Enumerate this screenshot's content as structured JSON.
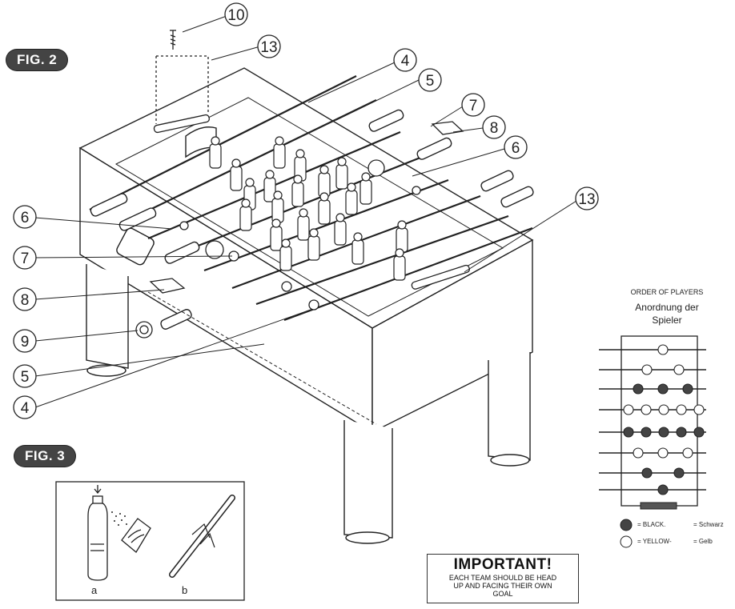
{
  "figures": {
    "fig2_label": "FIG. 2",
    "fig3_label": "FIG. 3"
  },
  "callouts": {
    "c10": "10",
    "c13_top": "13",
    "c4_top": "4",
    "c5_top": "5",
    "c7_right": "7",
    "c8_right": "8",
    "c6_right": "6",
    "c13_right": "13",
    "c6_left": "6",
    "c7_left": "7",
    "c8_left": "8",
    "c9_left": "9",
    "c5_left": "5",
    "c4_left": "4"
  },
  "order_panel": {
    "title": "ORDER OF PLAYERS",
    "subtitle_line1": "Anordnung der",
    "subtitle_line2": "Spieler",
    "legend_black": "= BLACK.",
    "legend_black_de": "= Schwarz",
    "legend_yellow": "= YELLOW-",
    "legend_yellow_de": "= Gelb"
  },
  "fig3": {
    "label_a": "a",
    "label_b": "b"
  },
  "important": {
    "title": "IMPORTANT!",
    "line1": "EACH TEAM SHOULD BE HEAD",
    "line2": "UP AND FACING THEIR OWN",
    "line3": "GOAL"
  },
  "colors": {
    "ink": "#222222",
    "badge_bg": "#444444"
  }
}
